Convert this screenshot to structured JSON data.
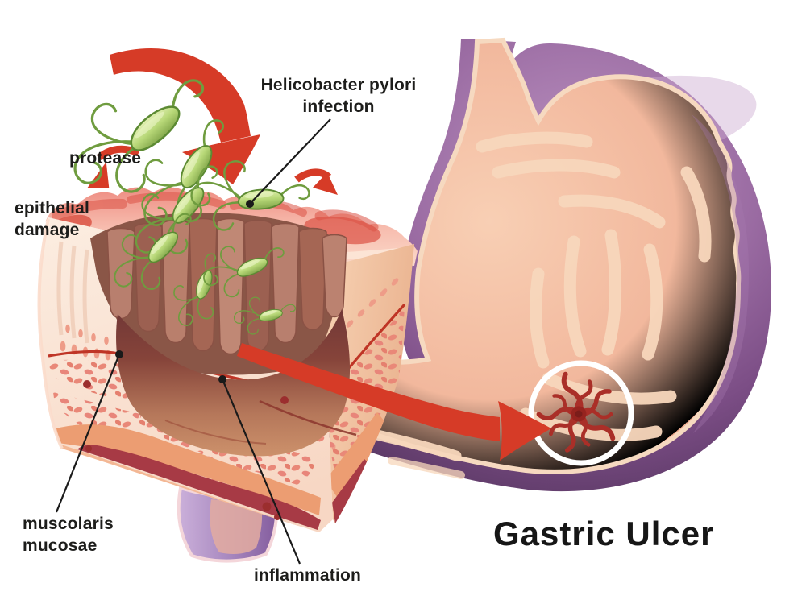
{
  "title": "Gastric Ulcer",
  "labels": {
    "protease": "protease",
    "epithelial_line1": "epithelial",
    "epithelial_line2": "damage",
    "hpylori_line1": "Helicobacter pylori",
    "hpylori_line2": "infection",
    "muscolaris_line1": "muscolaris",
    "muscolaris_line2": "mucosae",
    "inflammation": "inflammation"
  },
  "colors": {
    "arrow_red": "#d63b27",
    "bacteria_green": "#b8d878",
    "bacteria_outline": "#5c8a33",
    "stomach_wall_purple": "#8e64a0",
    "stomach_wall_dark": "#5d3a67",
    "stomach_lining_pink": "#f2b89d",
    "stomach_inner_line": "#f6d9c0",
    "epithelium_pink": "#f3a89e",
    "crater_brown": "#9c6051",
    "erosion_brown": "#8a473b",
    "submucosa_speckle": "#e98878",
    "muscle_dark_red": "#a73a45",
    "ulcer_red": "#aa2f28",
    "label_text": "#1d1d1b"
  }
}
